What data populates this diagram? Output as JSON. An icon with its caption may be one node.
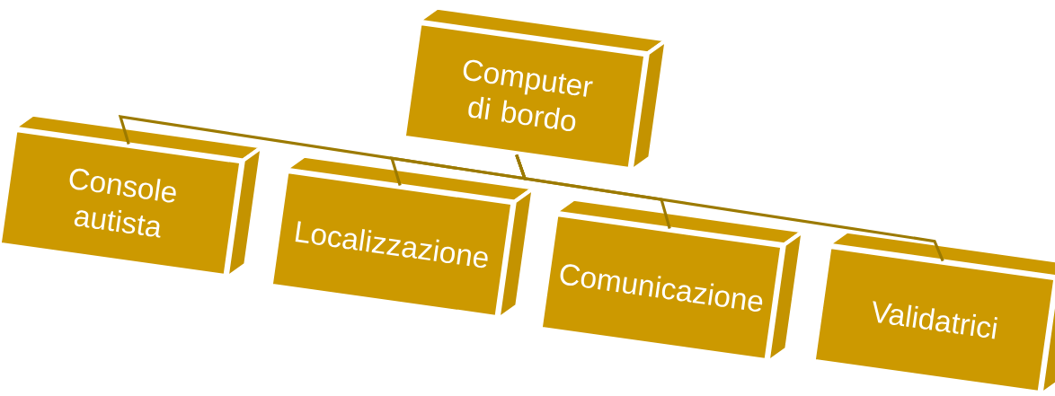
{
  "diagram": {
    "nodes": [
      {
        "text": [
          "Computer di bordo"
        ]
      },
      {
        "text": [
          "Console autista"
        ]
      },
      {
        "text": [
          "Localizzazione"
        ]
      },
      {
        "text": [
          "Comunicazione"
        ]
      },
      {
        "text": [
          "Validatrici"
        ]
      }
    ],
    "edges": [
      {
        "from": 0,
        "to": 1,
        "arrow": "none"
      },
      {
        "from": 0,
        "to": 2,
        "arrow": "none"
      },
      {
        "from": 0,
        "to": 3,
        "arrow": "none"
      },
      {
        "from": 0,
        "to": 4,
        "arrow": "none"
      }
    ]
  }
}
